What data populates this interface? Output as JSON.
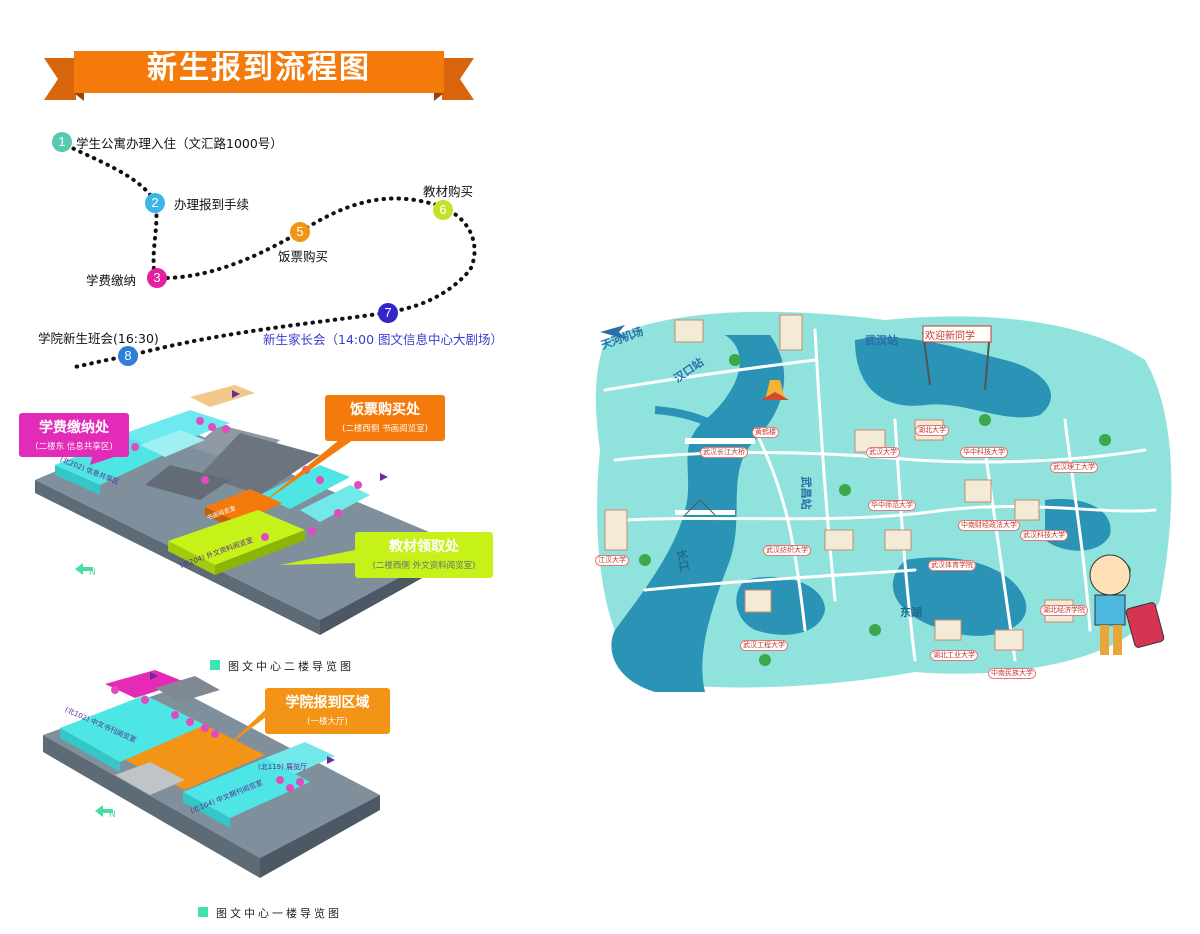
{
  "banner": {
    "title": "新生报到流程图"
  },
  "steps": [
    {
      "number": "1",
      "label": "学生公寓办理入住（文汇路1000号）",
      "color": "#59c8b0"
    },
    {
      "number": "2",
      "label": "办理报到手续",
      "color": "#3cb6e6"
    },
    {
      "number": "3",
      "label": "学费缴纳",
      "color": "#e51fa0"
    },
    {
      "number": "5",
      "label": "饭票购买",
      "color": "#f49416"
    },
    {
      "number": "6",
      "label": "教材购买",
      "color": "#c6e02c"
    },
    {
      "number": "7",
      "label": "新生家长会（14:00 图文信息中心大剧场）",
      "color": "#3524c8"
    },
    {
      "number": "8",
      "label": "学院新生班会(16:30)",
      "color": "#2f7ed8"
    }
  ],
  "floor2": {
    "callouts": {
      "tuition": {
        "title": "学费缴纳处",
        "sub": "(二楼东 信息共享区)"
      },
      "meal": {
        "title": "饭票购买处",
        "sub": "(二楼西侧 书画阅览室)"
      },
      "books": {
        "title": "教材领取处",
        "sub": "(二楼西侧 外文资料阅览室)"
      }
    },
    "rooms": {
      "share": "(北202) 信息共享区",
      "foreign": "(北204) 外文资料阅览室",
      "center": "书画阅览室"
    },
    "caption": "图文中心二楼导览图"
  },
  "floor1": {
    "callout": {
      "title": "学院报到区域",
      "sub": "(一楼大厅)"
    },
    "rooms": {
      "r102": "(北102) 中文书刊阅览室",
      "r104": "(北104) 中文期刊阅览室",
      "r119": "(北119) 展览厅"
    },
    "caption": "图文中心一楼导览图"
  },
  "colors": {
    "orange": "#f47a0c",
    "magenta": "#e52bb5",
    "lime": "#c6f21a",
    "teal": "#43e3df",
    "mapwater": "#2c93b8",
    "mapland": "#8ee0d8"
  },
  "map": {
    "welcome": "欢迎新同学",
    "stations": {
      "airport": "天河机场",
      "hankou": "汉口站",
      "wuchang": "武昌站",
      "wuhan": "武汉站"
    },
    "river": "长江",
    "lake": "东湖",
    "places": [
      "武汉大学",
      "华中科技大学",
      "华中师范大学",
      "武汉理工大学",
      "中南财经政法大学",
      "武汉科技大学",
      "湖北大学",
      "武汉纺织大学",
      "武汉体育学院",
      "湖北经济学院",
      "武汉工程大学",
      "江汉大学",
      "湖北工业大学",
      "中南民族大学",
      "黄鹤楼",
      "武汉长江大桥"
    ]
  }
}
